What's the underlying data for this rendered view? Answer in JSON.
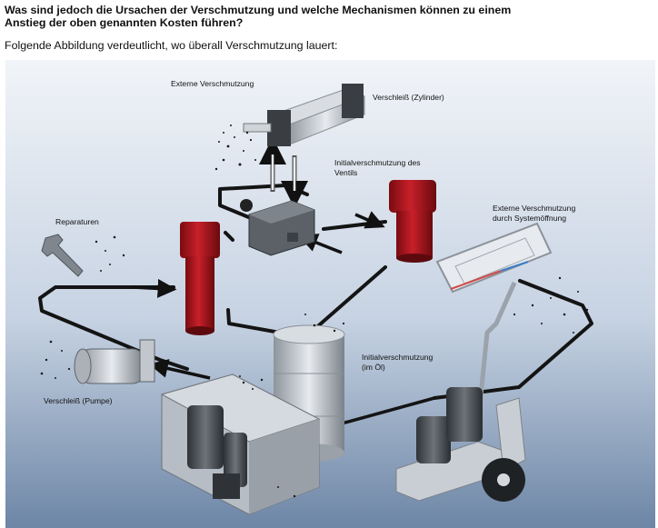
{
  "heading": {
    "line1": "Was sind jedoch die Ursachen der Verschmutzung und welche Mechanismen können zu einem",
    "line2": "Anstieg der oben genannten Kosten führen?"
  },
  "intro": "Folgende Abbildung verdeutlicht, wo überall Verschmutzung lauert:",
  "figure": {
    "labels": {
      "externe_verschmutzung": "Externe Verschmutzung",
      "verschleiss_zylinder": "Verschleiß (Zylinder)",
      "initial_ventil_1": "Initialverschmutzung des",
      "initial_ventil_2": "Ventils",
      "externe_system_1": "Externe Verschmutzung",
      "externe_system_2": "durch Systemöffnung",
      "reparaturen": "Reparaturen",
      "initial_oel_1": "Initialverschmutzung",
      "initial_oel_2": "(im Öl)",
      "verschleiss_pumpe": "Verschleiß (Pumpe)"
    }
  }
}
